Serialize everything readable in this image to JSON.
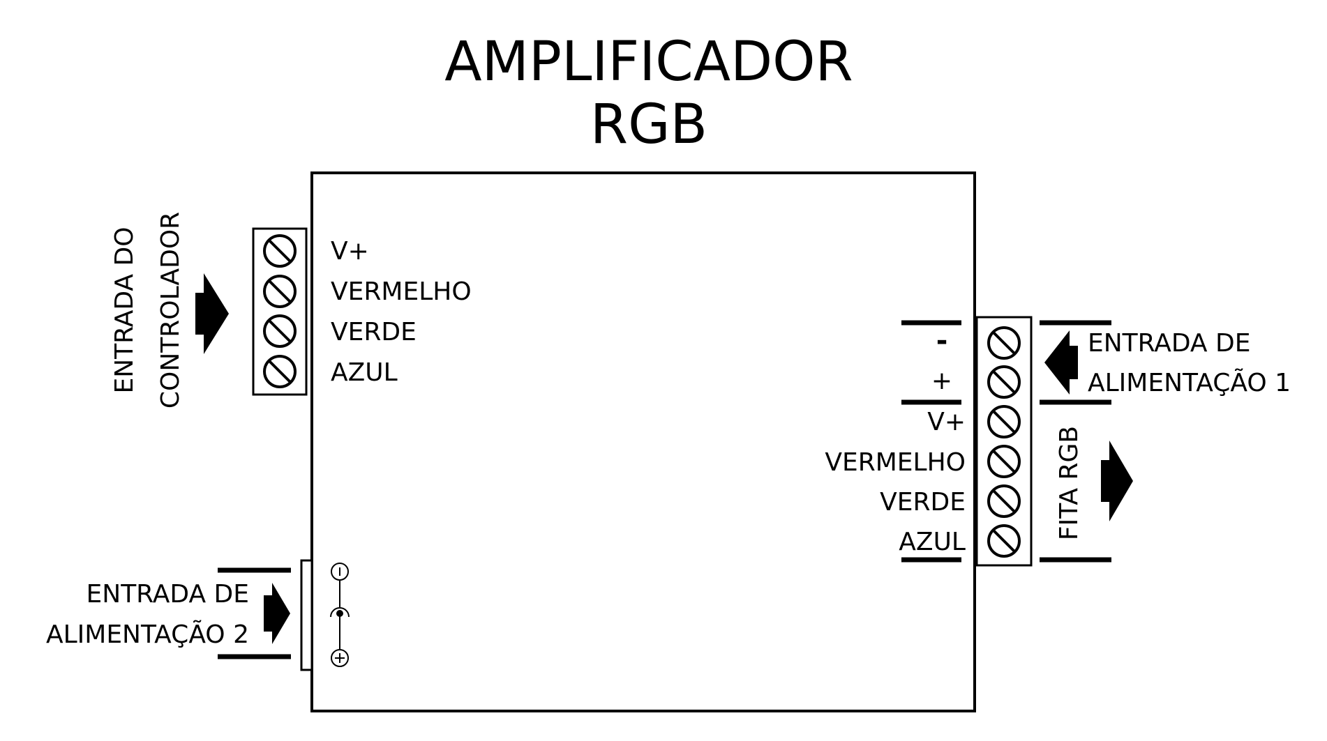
{
  "title": {
    "line1": "AMPLIFICADOR",
    "line2": "RGB"
  },
  "controller_input": {
    "label_line1": "ENTRADA DO",
    "label_line2": "CONTROLADOR",
    "terminals": [
      "V+",
      "VERMELHO",
      "VERDE",
      "AZUL"
    ]
  },
  "power_input_1": {
    "label_line1": "ENTRADA DE",
    "label_line2": "ALIMENTAÇÃO 1",
    "terminals": [
      "-",
      "+"
    ]
  },
  "rgb_strip_output": {
    "label": "FITA RGB",
    "terminals": [
      "V+",
      "VERMELHO",
      "VERDE",
      "AZUL"
    ]
  },
  "power_input_2": {
    "label_line1": "ENTRADA DE",
    "label_line2": "ALIMENTAÇÃO 2"
  },
  "colors": {
    "stroke": "#000000",
    "background": "#ffffff"
  }
}
